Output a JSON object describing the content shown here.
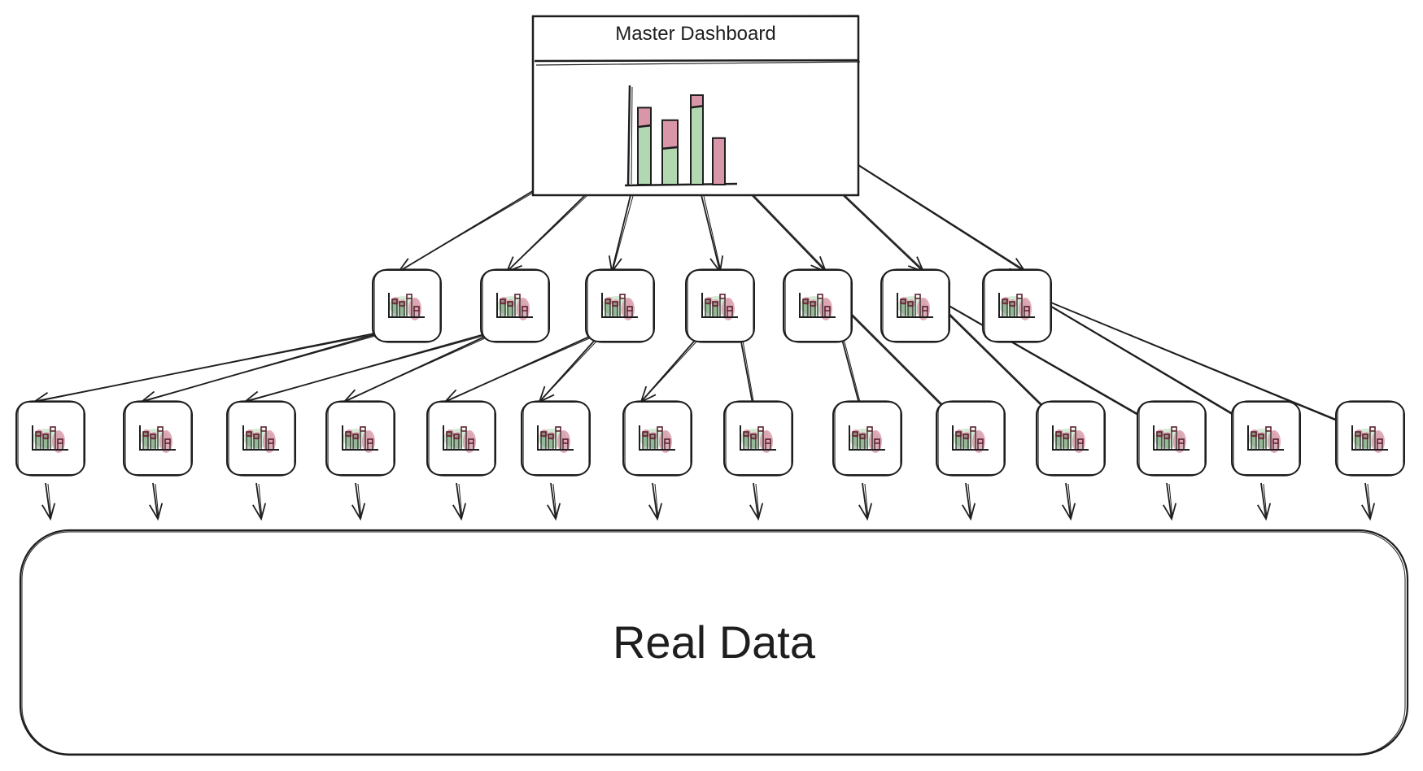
{
  "diagram": {
    "style": "hand-drawn sketch",
    "stroke_color": "#1e1e1e",
    "accent_colors": {
      "green": "#b2d8b2",
      "pink": "#d896a8",
      "dark_green": "#1f5c1f",
      "dark_red": "#5c1f2e"
    },
    "master": {
      "title": "Master Dashboard",
      "chart_icon": "stacked-bar-chart-icon",
      "bars": [
        {
          "green": 0.76,
          "pink": 0.24
        },
        {
          "green": 0.57,
          "pink": 0.43
        },
        {
          "green": 0.87,
          "pink": 0.13
        },
        {
          "green": 0.0,
          "pink": 1.0
        }
      ]
    },
    "middle_tier": {
      "count": 7,
      "node_icon": "mini-bar-chart-icon",
      "nodes": [
        "dashboard-1",
        "dashboard-2",
        "dashboard-3",
        "dashboard-4",
        "dashboard-5",
        "dashboard-6",
        "dashboard-7"
      ]
    },
    "bottom_tier": {
      "count": 14,
      "node_icon": "mini-bar-chart-icon",
      "nodes": [
        "widget-1",
        "widget-2",
        "widget-3",
        "widget-4",
        "widget-5",
        "widget-6",
        "widget-7",
        "widget-8",
        "widget-9",
        "widget-10",
        "widget-11",
        "widget-12",
        "widget-13",
        "widget-14"
      ]
    },
    "edges": {
      "master_to_middle": [
        0,
        1,
        2,
        3,
        4,
        5,
        6
      ],
      "middle_to_bottom": [
        [
          0,
          1
        ],
        [
          2,
          3
        ],
        [
          4,
          5
        ],
        [
          6,
          7
        ],
        [
          8,
          9
        ],
        [
          10,
          11
        ],
        [
          12,
          13
        ]
      ],
      "bottom_to_data": true
    },
    "data_store": {
      "label": "Real Data"
    }
  }
}
